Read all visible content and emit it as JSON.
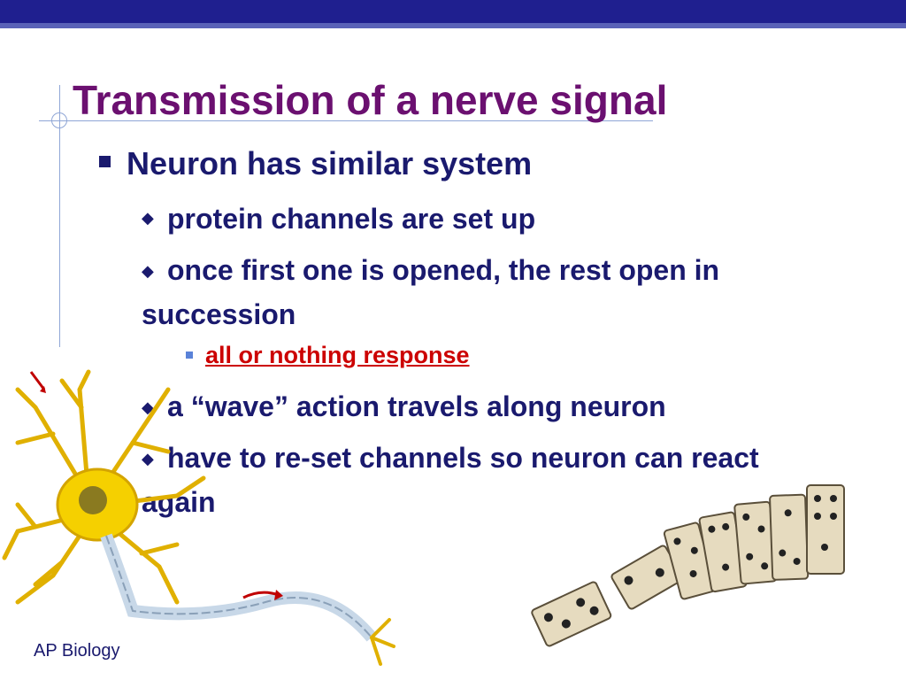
{
  "slide": {
    "title": "Transmission of a nerve signal",
    "bullets": {
      "main": "Neuron has similar system",
      "sub1": "protein channels are set up",
      "sub2": "once first one is opened, the rest open in succession",
      "sub2_detail": "all or nothing response",
      "sub3": "a “wave” action travels along neuron",
      "sub4": "have to re-set channels so neuron can react again"
    },
    "footer": "AP Biology"
  },
  "colors": {
    "title": "#6b1070",
    "text": "#1a1a6e",
    "highlight": "#cc0000",
    "top_bar": "#1f1f8f"
  },
  "images": {
    "neuron": "neuron-illustration",
    "dominoes": "falling-dominoes-photo"
  }
}
